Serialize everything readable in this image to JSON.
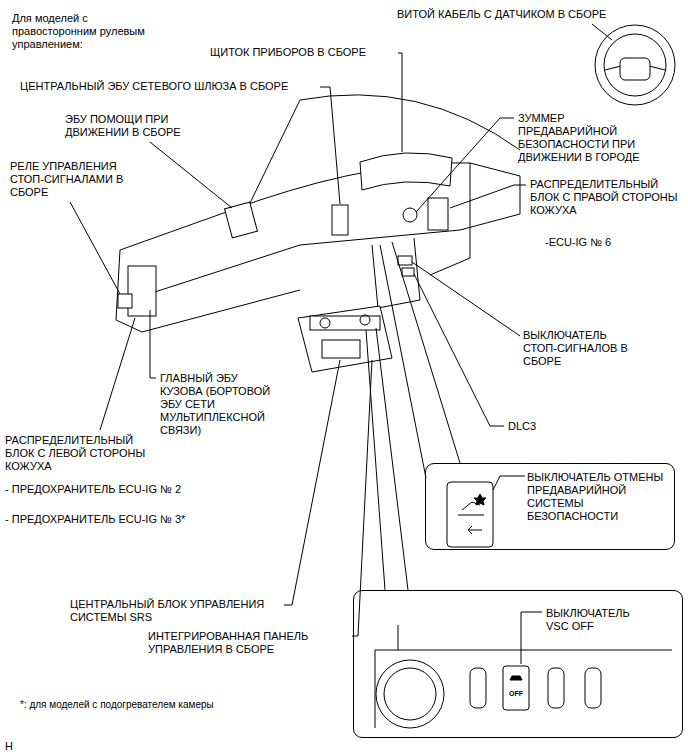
{
  "diagram": {
    "title": "Для моделей с правосторонним рулевым управлением:",
    "nodes": [
      {
        "text": [
          "ВЫКЛЮЧАТЕЛЬ ОТМЕНЫ ПРЕДАВАРИЙНОЙ СИСТЕМЫ БЕЗОПАСНОСТИ"
        ]
      },
      {
        "text": [
          "ВЫКЛЮЧАТЕЛЬ VSC OFF",
          "OFF"
        ]
      }
    ],
    "labels": [
      "ВИТОЙ КАБЕЛЬ С ДАТЧИКОМ В СБОРЕ",
      "ЩИТОК ПРИБОРОВ В СБОРЕ",
      "ЦЕНТРАЛЬНЫЙ ЭБУ СЕТЕВОГО ШЛЮЗА В СБОРЕ",
      "ЭБУ ПОМОЩИ ПРИ ДВИЖЕНИИ В СБОРЕ",
      "ЗУММЕР ПРЕДАВАРИЙНОЙ БЕЗОПАСНОСТИ ПРИ ДВИЖЕНИИ В ГОРОДЕ",
      "РЕЛЕ УПРАВЛЕНИЯ СТОП-СИГНАЛАМИ В СБОРЕ",
      "РАСПРЕДЕЛИТЕЛЬНЫЙ БЛОК С ПРАВОЙ СТОРОНЫ КОЖУХА",
      "-ECU-IG № 6",
      "ВЫКЛЮЧАТЕЛЬ СТОП-СИГНАЛОВ В СБОРЕ",
      "ГЛАВНЫЙ ЭБУ КУЗОВА (БОРТОВОЙ ЭБУ СЕТИ МУЛЬТИПЛЕКСНОЙ СВЯЗИ)",
      "DLC3",
      "РАСПРЕДЕЛИТЕЛЬНЫЙ БЛОК С ЛЕВОЙ СТОРОНЫ КОЖУХА",
      "- ПРЕДОХРАНИТЕЛЬ ECU-IG № 2",
      "- ПРЕДОХРАНИТЕЛЬ ECU-IG № 3*",
      "ЦЕНТРАЛЬНЫЙ БЛОК УПРАВЛЕНИЯ СИСТЕМЫ SRS",
      "ИНТЕГРИРОВАННАЯ ПАНЕЛЬ УПРАВЛЕНИЯ В СБОРЕ",
      "*: для моделей с подогревателем камеры",
      "H"
    ]
  }
}
